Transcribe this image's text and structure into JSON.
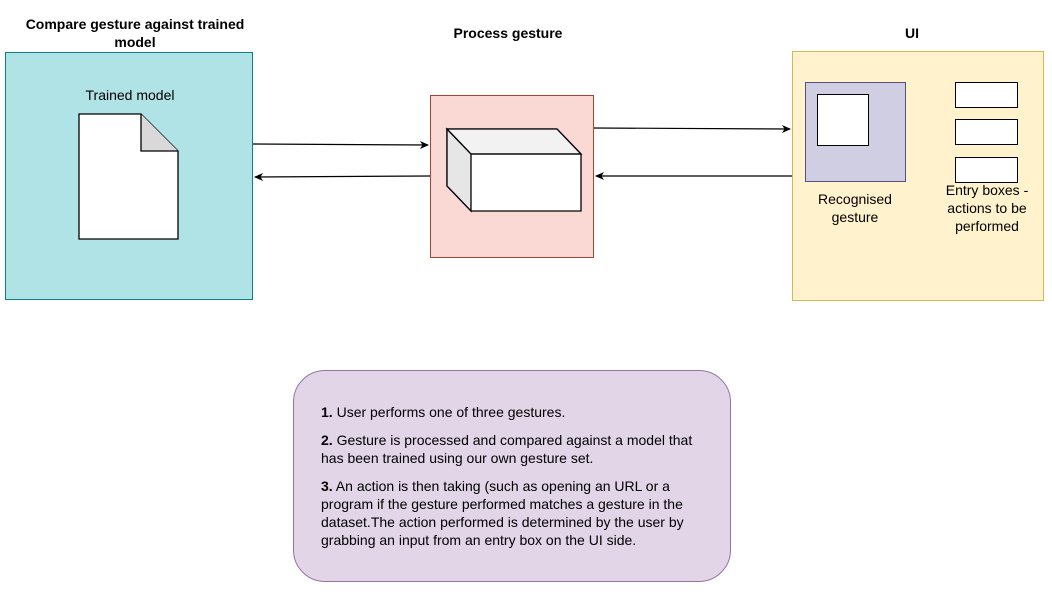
{
  "titles": {
    "compare": "Compare gesture against trained model",
    "process": "Process gesture",
    "ui": "UI"
  },
  "compare_panel": {
    "doc_label": "Trained model",
    "fill": "#b0e3e6",
    "stroke": "#0e8088"
  },
  "process_panel": {
    "fill": "#fad9d5",
    "stroke": "#ae4132"
  },
  "ui_panel": {
    "fill": "#fff2cc",
    "stroke": "#d6b656",
    "gesture_fill": "#d0cee2",
    "gesture_stroke": "#56517e",
    "recognised_label": "Recognised gesture",
    "entry_label": "Entry boxes - actions to be performed",
    "entry_box_count": 3
  },
  "notes": {
    "fill": "#e1d5e7",
    "stroke": "#9673a6",
    "items": [
      {
        "num": "1.",
        "text": " User performs one of three gestures."
      },
      {
        "num": "2.",
        "text": " Gesture is processed and compared against a model that has been trained using our own gesture set."
      },
      {
        "num": "3.",
        "text": " An action is then taking (such as opening an URL or a program if the gesture performed matches a gesture in the dataset.The action performed is determined by the user by grabbing an input from an entry box on the UI side."
      }
    ]
  }
}
